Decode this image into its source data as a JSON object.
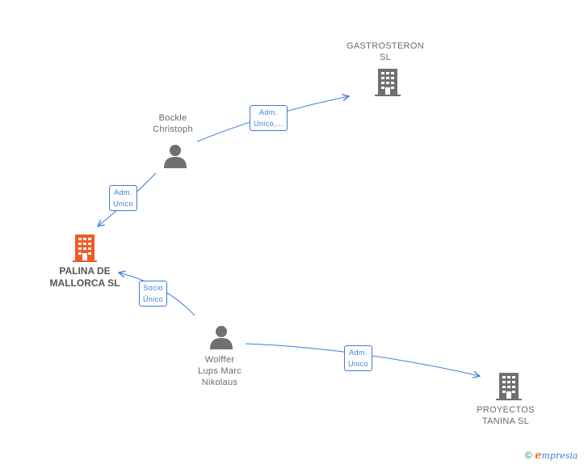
{
  "colors": {
    "edge": "#3b7dd8",
    "building_main": "#f05a28",
    "building": "#707070",
    "person": "#707070"
  },
  "nodes": {
    "gastrosteron": {
      "line1": "GASTROSTERON",
      "line2": "SL",
      "icon": "building-icon"
    },
    "bockle": {
      "line1": "Bockle",
      "line2": "Christoph",
      "icon": "person-icon"
    },
    "palina": {
      "line1": "PALINA DE",
      "line2": "MALLORCA SL",
      "icon": "building-icon"
    },
    "wolffer": {
      "line1": "Wolffer",
      "line2": "Lups Marc",
      "line3": "Nikolaus",
      "icon": "person-icon"
    },
    "proyectos": {
      "line1": "PROYECTOS",
      "line2": "TANINA SL",
      "icon": "building-icon"
    }
  },
  "edges": {
    "bockle_gastrosteron": {
      "line1": "Adm.",
      "line2": "Unico,..."
    },
    "bockle_palina": {
      "line1": "Adm.",
      "line2": "Unico"
    },
    "wolffer_palina": {
      "line1": "Socio",
      "line2": "Único"
    },
    "wolffer_proyectos": {
      "line1": "Adm.",
      "line2": "Unico"
    }
  },
  "footer": {
    "copyright_symbol": "©",
    "brand_initial": "e",
    "brand_rest": "mpresia"
  }
}
